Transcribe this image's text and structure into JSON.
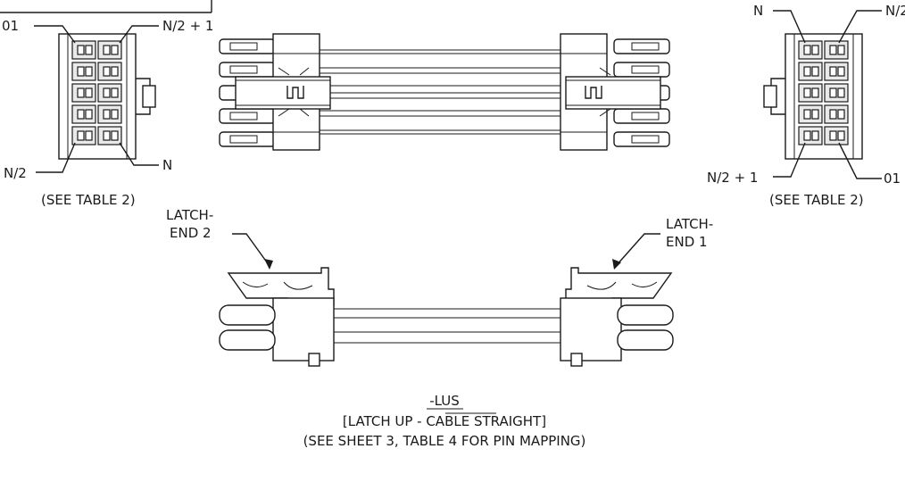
{
  "labels": {
    "left_top_left": "01",
    "left_top_right": "N/2 + 1",
    "left_bottom_left": "N/2",
    "left_bottom_right": "N",
    "left_table": "(SEE TABLE 2)",
    "right_top_left": "N",
    "right_top_right": "N/2",
    "right_bottom_left": "N/2 + 1",
    "right_bottom_right": "01",
    "right_table": "(SEE TABLE 2)",
    "latch_end2_line1": "LATCH-",
    "latch_end2_line2": "END 2",
    "latch_end1_line1": "LATCH-",
    "latch_end1_line2": "END 1"
  },
  "caption": {
    "code": "-LUS",
    "line1": "[LATCH UP - CABLE STRAIGHT]",
    "line2": "(SEE SHEET 3, TABLE 4 FOR PIN MAPPING)"
  }
}
